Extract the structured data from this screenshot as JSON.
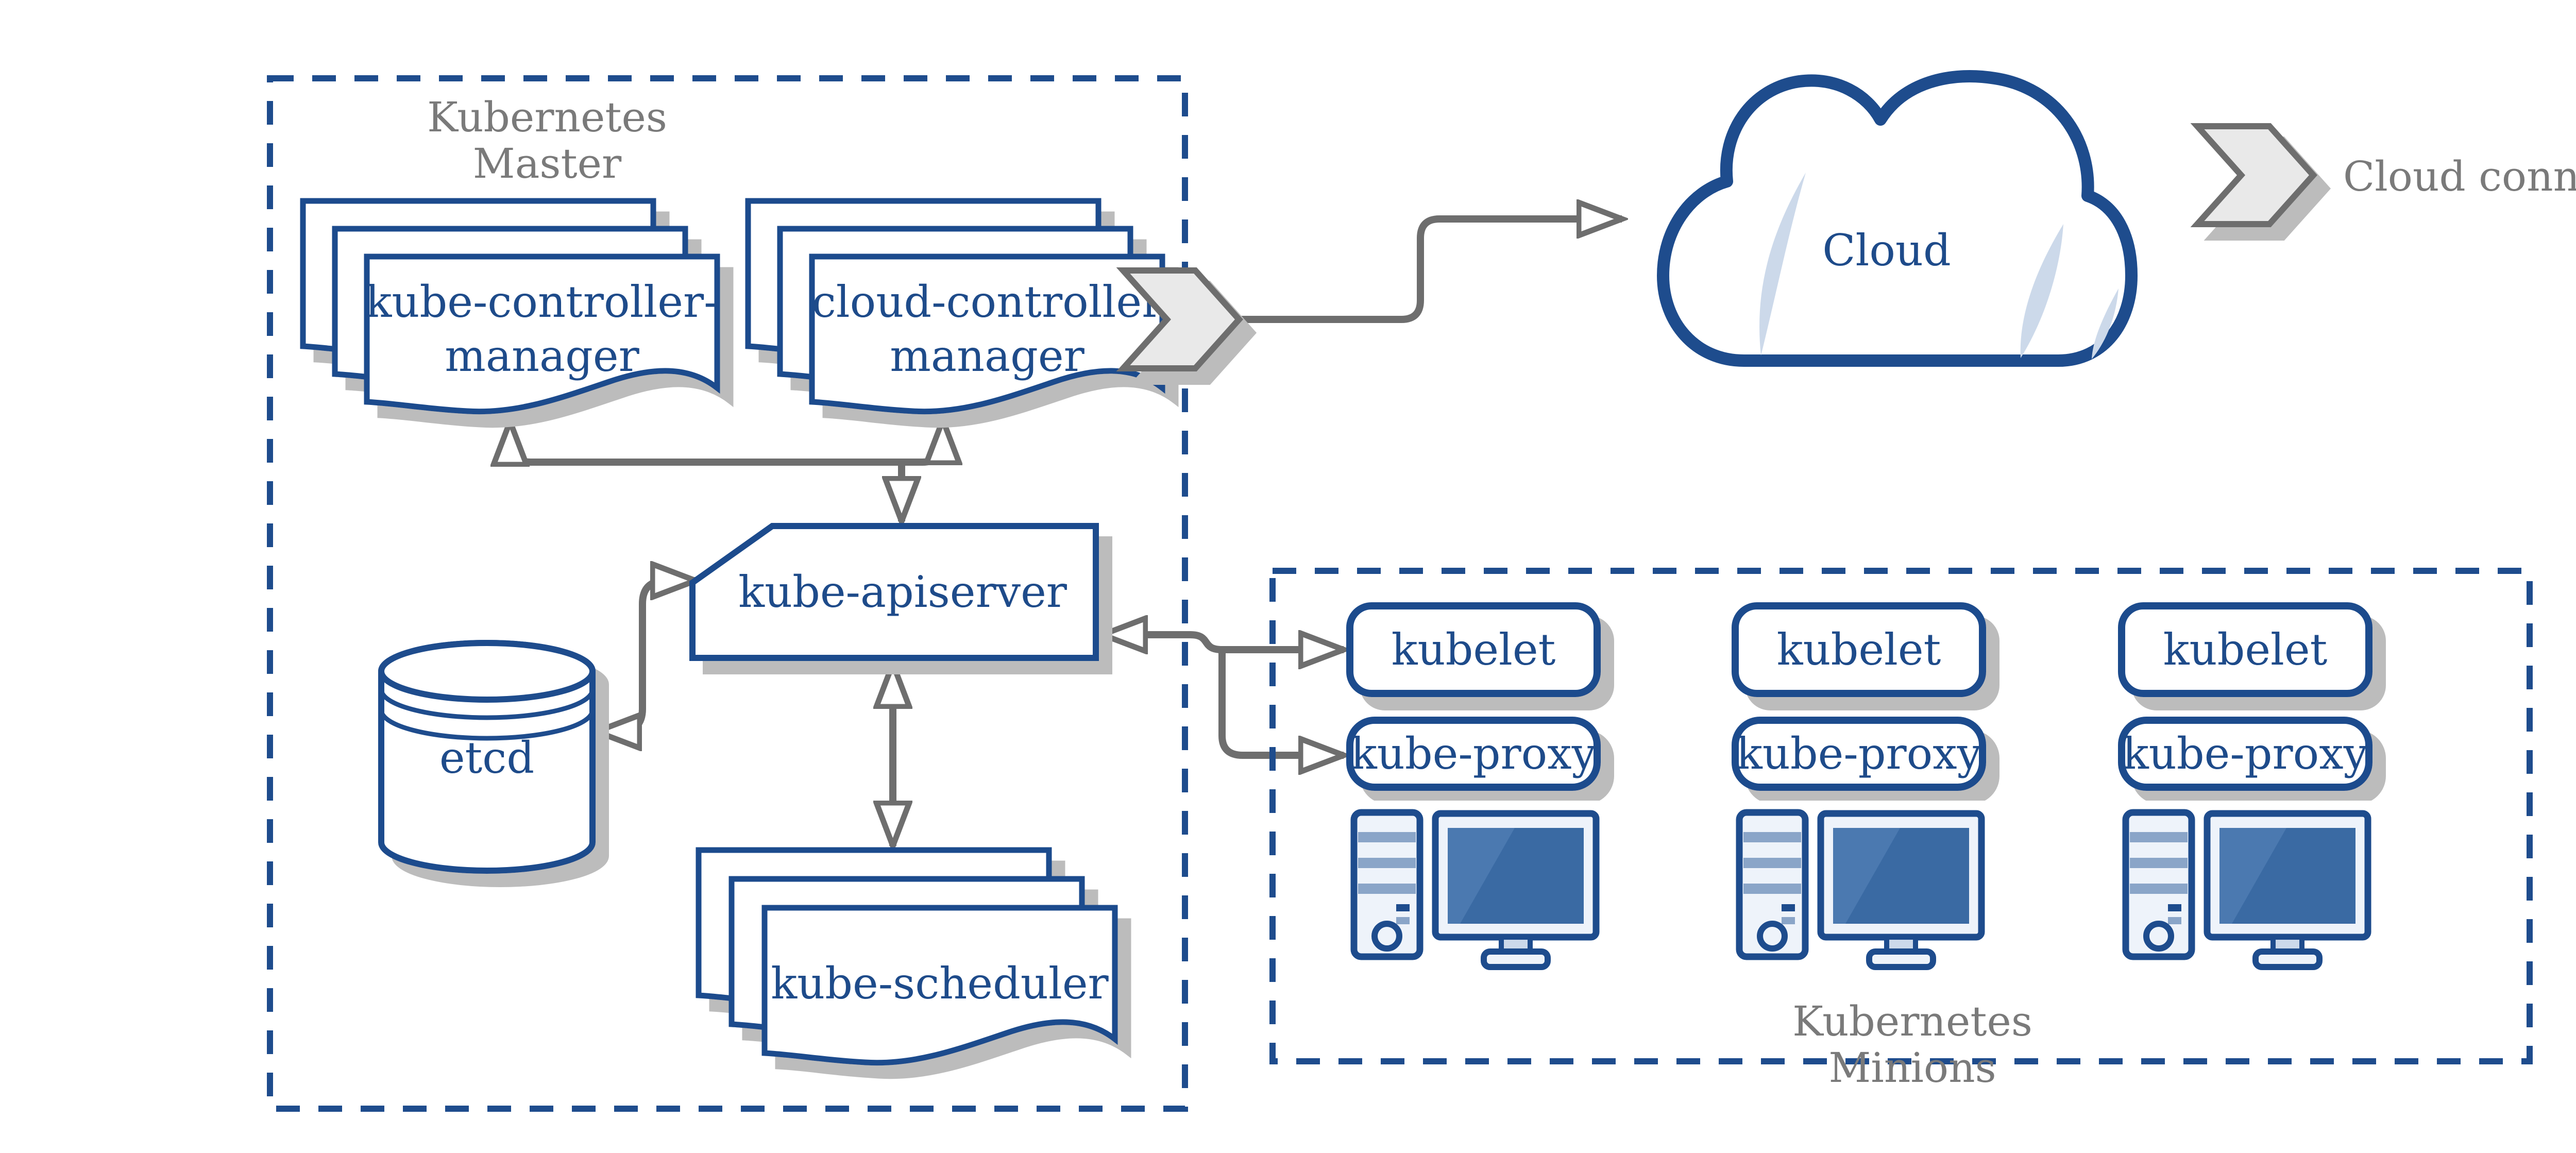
{
  "colors": {
    "blue": "#1e4c8d",
    "textblue": "#1e4b8a",
    "gray": "#7a7a7a",
    "arrow": "#6e6e6e",
    "shadow": "#bcbcbc",
    "chevfill": "#e9e9e9",
    "screen": "#3a6aa3",
    "shine": "#4b79b0",
    "stripe": "#8aa5c8",
    "light": "#eef3fa",
    "crescent": "#ccd9ea"
  },
  "master": {
    "title_line1": "Kubernetes",
    "title_line2": "Master",
    "kube_controller_manager": [
      "kube-controller-",
      "manager"
    ],
    "cloud_controller_manager": [
      "cloud-controller",
      "manager"
    ],
    "apiserver": "kube-apiserver",
    "etcd": "etcd",
    "scheduler": "kube-scheduler"
  },
  "cloud": {
    "label": "Cloud"
  },
  "legend": {
    "label": "Cloud connector"
  },
  "minions": {
    "title_line1": "Kubernetes",
    "title_line2": "Minions",
    "columns": [
      {
        "kubelet": "kubelet",
        "kube_proxy": "kube-proxy"
      },
      {
        "kubelet": "kubelet",
        "kube_proxy": "kube-proxy"
      },
      {
        "kubelet": "kubelet",
        "kube_proxy": "kube-proxy"
      }
    ]
  }
}
